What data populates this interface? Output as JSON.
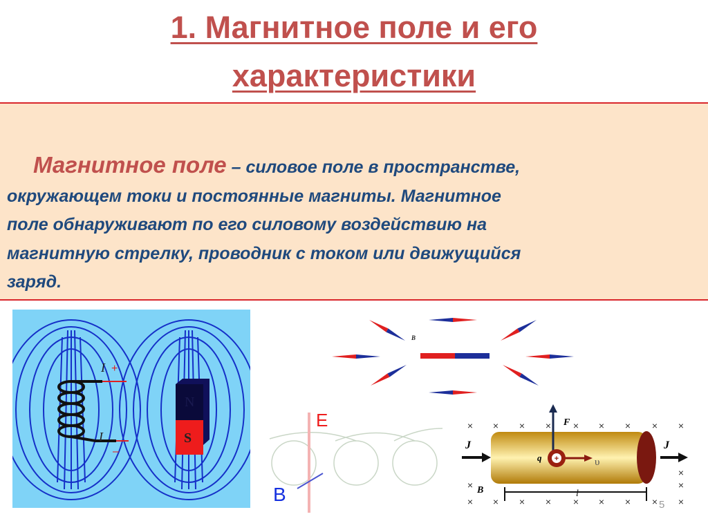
{
  "slide": {
    "title_line1": "1. Магнитное поле и его",
    "title_line2": "характеристики",
    "definition": {
      "term": "Магнитное поле",
      "lines": [
        " – силовое поле в пространстве,",
        "окружающем токи и постоянные магниты. Магнитное",
        "поле обнаруживают по его силовому воздействию на",
        "магнитную стрелку, проводник с током или движущийся",
        "заряд."
      ]
    },
    "page_number": "5"
  },
  "figures": {
    "coil_magnet": {
      "current_label_top": "I",
      "plus": "+",
      "current_label_bottom": "I",
      "minus": "–",
      "north": "N",
      "south": "S",
      "background": "#7fd3f7"
    },
    "compasses": {
      "vector_label": "B"
    },
    "helix": {
      "e_label": "E",
      "b_label": "B"
    },
    "conductor": {
      "j_left": "J",
      "j_right": "J",
      "force": "F",
      "charge": "q",
      "plus": "+",
      "velocity": "υ",
      "field": "B",
      "length": "l"
    }
  },
  "colors": {
    "title": "#c0504d",
    "body_text": "#1f497d",
    "box_bg": "#fde4c9",
    "box_border": "#d9262b"
  }
}
